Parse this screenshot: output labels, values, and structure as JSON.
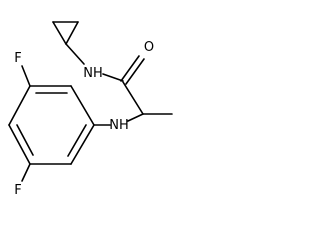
{
  "molecule": {
    "atoms": {
      "oxygen": "O",
      "amide_nitrogen": "NH",
      "amine_nitrogen": "NH",
      "fluorine_top": "F",
      "fluorine_bottom": "F"
    }
  }
}
